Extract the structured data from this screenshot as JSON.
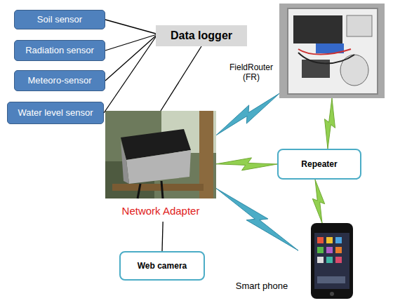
{
  "diagram": {
    "nodes": [
      {
        "text": [
          "Soil sensor"
        ]
      },
      {
        "text": [
          "Radiation sensor"
        ]
      },
      {
        "text": [
          "Meteoro-sensor"
        ]
      },
      {
        "text": [
          "Water level sensor"
        ]
      },
      {
        "text": [
          "Data logger"
        ]
      },
      {
        "text": [
          "Network Adapter"
        ]
      },
      {
        "text": [
          "Web camera"
        ]
      },
      {
        "text": [
          "FieldRouter (FR)"
        ]
      },
      {
        "text": [
          "Repeater"
        ]
      },
      {
        "text": [
          "Smart phone"
        ]
      }
    ],
    "edges": [
      {
        "from": 0,
        "to": 4,
        "arrow": "none"
      },
      {
        "from": 1,
        "to": 4,
        "arrow": "none"
      },
      {
        "from": 2,
        "to": 4,
        "arrow": "none"
      },
      {
        "from": 3,
        "to": 4,
        "arrow": "none"
      },
      {
        "from": 4,
        "to": 5,
        "arrow": "none"
      },
      {
        "from": 5,
        "to": 6,
        "arrow": "none"
      },
      {
        "from": 5,
        "to": 7,
        "arrow": "none"
      },
      {
        "from": 5,
        "to": 8,
        "arrow": "none"
      },
      {
        "from": 8,
        "to": 7,
        "arrow": "none"
      },
      {
        "from": 8,
        "to": 9,
        "arrow": "none"
      },
      {
        "from": 5,
        "to": 9,
        "arrow": "none"
      }
    ]
  }
}
